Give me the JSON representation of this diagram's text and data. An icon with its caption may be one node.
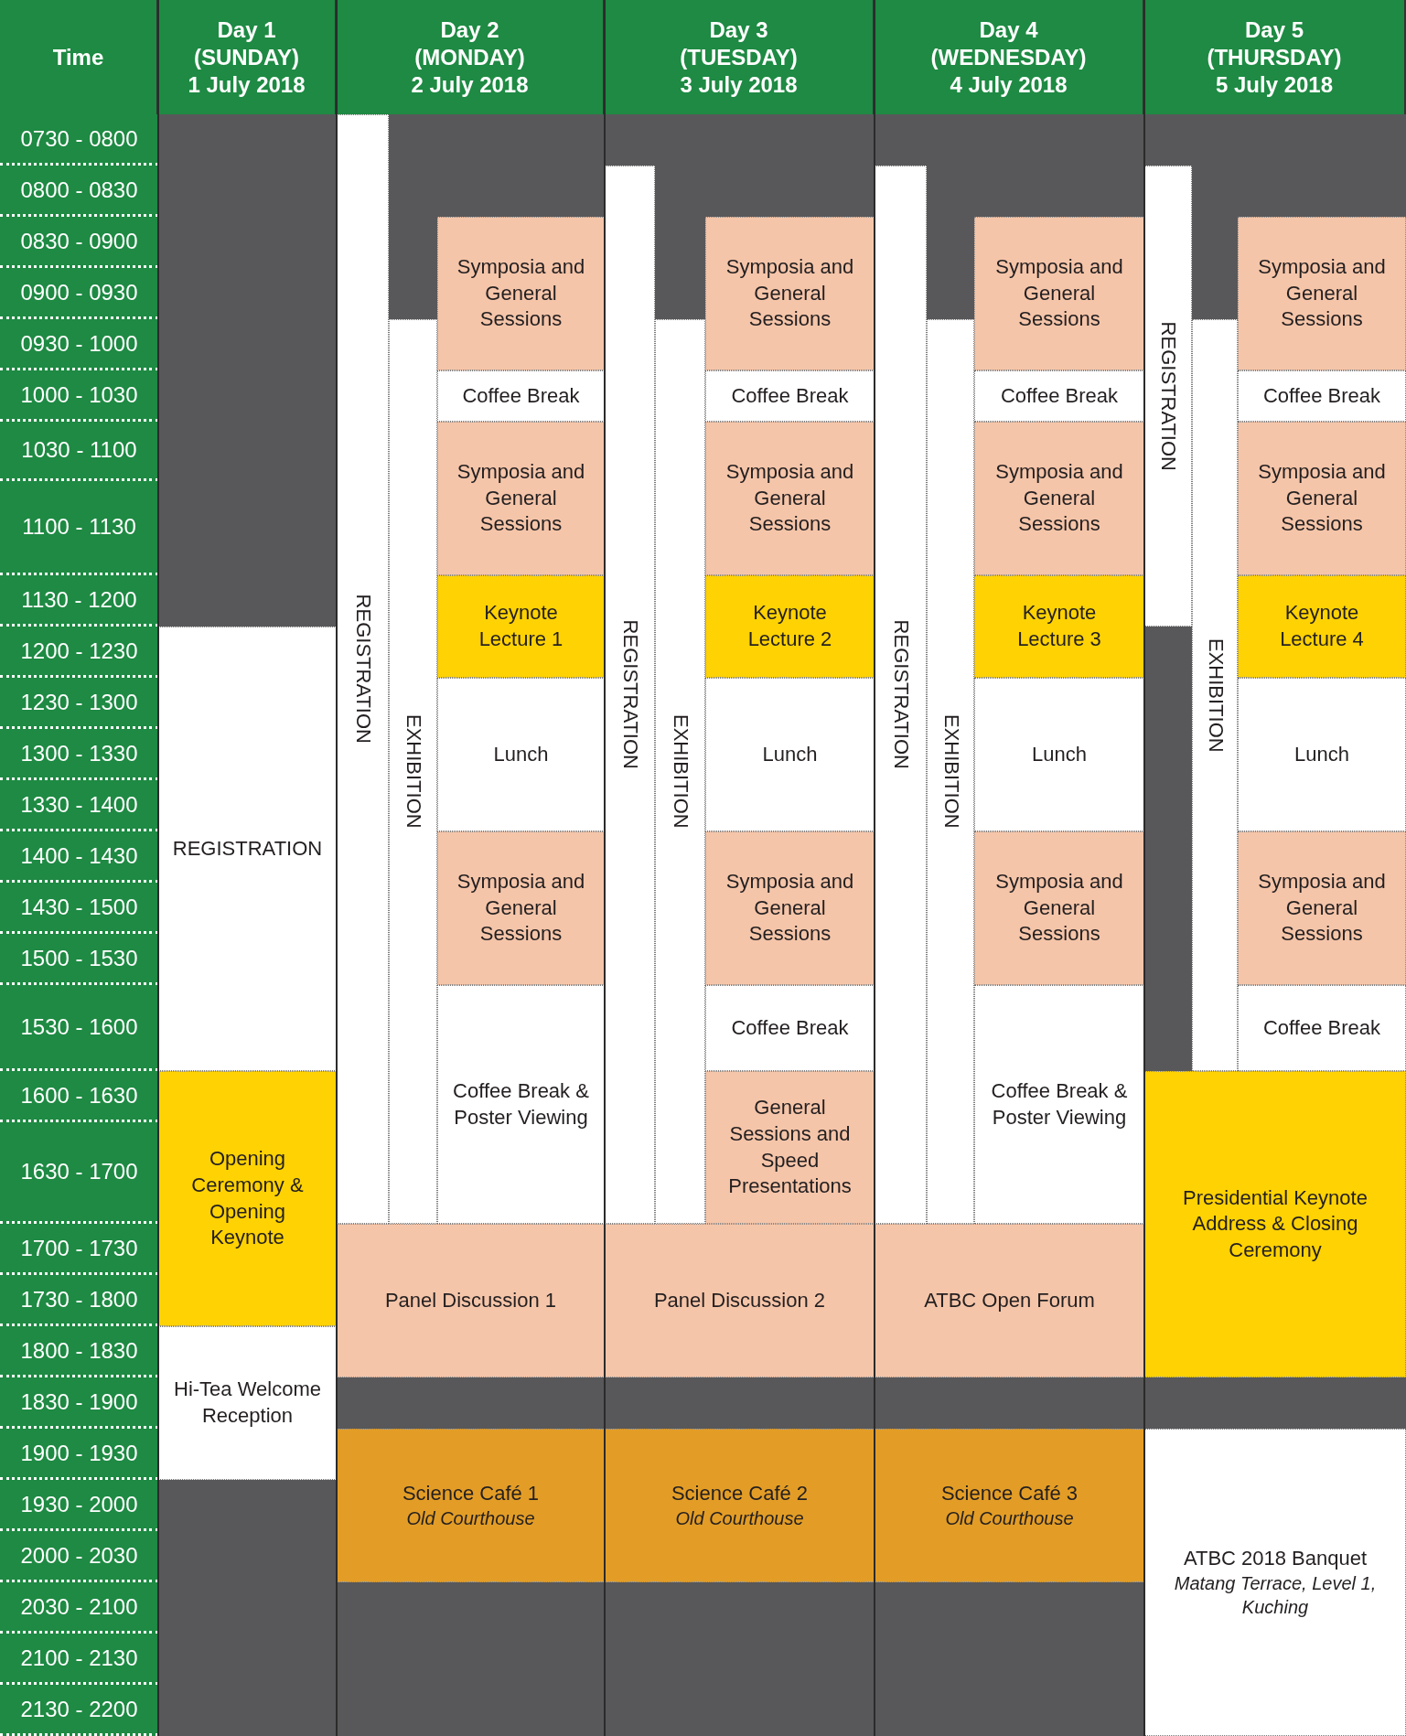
{
  "diagram": {
    "nodes": [
      {
        "text": [
          "Time"
        ]
      },
      {
        "text": [
          "Day 1",
          "(SUNDAY)",
          "1 July 2018"
        ]
      },
      {
        "text": [
          "Day 2",
          "(MONDAY)",
          "2 July 2018"
        ]
      },
      {
        "text": [
          "Day 3",
          "(TUESDAY)",
          "3 July 2018"
        ]
      },
      {
        "text": [
          "Day 4",
          "(WEDNESDAY)",
          "4 July 2018"
        ]
      },
      {
        "text": [
          "Day 5",
          "(THURSDAY)",
          "5 July 2018"
        ]
      },
      {
        "text": [
          "0730 - 0800"
        ]
      },
      {
        "text": [
          "0800 - 0830"
        ]
      },
      {
        "text": [
          "0830 - 0900"
        ]
      },
      {
        "text": [
          "0900 - 0930"
        ]
      },
      {
        "text": [
          "0930 - 1000"
        ]
      },
      {
        "text": [
          "1000 - 1030"
        ]
      },
      {
        "text": [
          "1030 - 1100"
        ]
      },
      {
        "text": [
          "1100 - 1130"
        ]
      },
      {
        "text": [
          "1130 - 1200"
        ]
      },
      {
        "text": [
          "1200 - 1230"
        ]
      },
      {
        "text": [
          "1230 - 1300"
        ]
      },
      {
        "text": [
          "1300 - 1330"
        ]
      },
      {
        "text": [
          "1330 - 1400"
        ]
      },
      {
        "text": [
          "1400 - 1430"
        ]
      },
      {
        "text": [
          "1430 - 1500"
        ]
      },
      {
        "text": [
          "1500 - 1530"
        ]
      },
      {
        "text": [
          "1530 - 1600"
        ]
      },
      {
        "text": [
          "1600 - 1630"
        ]
      },
      {
        "text": [
          "1630 - 1700"
        ]
      },
      {
        "text": [
          "1700 - 1730"
        ]
      },
      {
        "text": [
          "1730 - 1800"
        ]
      },
      {
        "text": [
          "1800 - 1830"
        ]
      },
      {
        "text": [
          "1830 - 1900"
        ]
      },
      {
        "text": [
          "1900 - 1930"
        ]
      },
      {
        "text": [
          "1930 - 2000"
        ]
      },
      {
        "text": [
          "2000 - 2030"
        ]
      },
      {
        "text": [
          "2030 - 2100"
        ]
      },
      {
        "text": [
          "2100 - 2130"
        ]
      },
      {
        "text": [
          "2130 - 2200"
        ]
      },
      {
        "text": [
          "REGISTRATION"
        ]
      },
      {
        "text": [
          "Opening Ceremony & Opening Keynote"
        ]
      },
      {
        "text": [
          "Hi-Tea Welcome Reception"
        ]
      },
      {
        "text": [
          "REGISTRATION"
        ]
      },
      {
        "text": [
          "EXHIBITION"
        ]
      },
      {
        "text": [
          "Symposia and General Sessions"
        ]
      },
      {
        "text": [
          "Coffee Break"
        ]
      },
      {
        "text": [
          "Symposia and General Sessions"
        ]
      },
      {
        "text": [
          "Keynote Lecture 1"
        ]
      },
      {
        "text": [
          "Lunch"
        ]
      },
      {
        "text": [
          "Symposia and General Sessions"
        ]
      },
      {
        "text": [
          "Coffee Break & Poster Viewing"
        ]
      },
      {
        "text": [
          "Panel Discussion 1"
        ]
      },
      {
        "text": [
          "Science Café 1",
          "Old Courthouse"
        ]
      },
      {
        "text": [
          "REGISTRATION"
        ]
      },
      {
        "text": [
          "EXHIBITION"
        ]
      },
      {
        "text": [
          "Symposia and General Sessions"
        ]
      },
      {
        "text": [
          "Coffee Break"
        ]
      },
      {
        "text": [
          "Symposia and General Sessions"
        ]
      },
      {
        "text": [
          "Keynote Lecture 2"
        ]
      },
      {
        "text": [
          "Lunch"
        ]
      },
      {
        "text": [
          "Symposia and General Sessions"
        ]
      },
      {
        "text": [
          "Coffee Break"
        ]
      },
      {
        "text": [
          "General Sessions and Speed Presentations"
        ]
      },
      {
        "text": [
          "Panel Discussion 2"
        ]
      },
      {
        "text": [
          "Science Café 2",
          "Old Courthouse"
        ]
      },
      {
        "text": [
          "REGISTRATION"
        ]
      },
      {
        "text": [
          "EXHIBITION"
        ]
      },
      {
        "text": [
          "Symposia and General Sessions"
        ]
      },
      {
        "text": [
          "Coffee Break"
        ]
      },
      {
        "text": [
          "Symposia and General Sessions"
        ]
      },
      {
        "text": [
          "Keynote Lecture 3"
        ]
      },
      {
        "text": [
          "Lunch"
        ]
      },
      {
        "text": [
          "Symposia and General Sessions"
        ]
      },
      {
        "text": [
          "Coffee Break & Poster Viewing"
        ]
      },
      {
        "text": [
          "ATBC Open Forum"
        ]
      },
      {
        "text": [
          "Science Café 3",
          "Old Courthouse"
        ]
      },
      {
        "text": [
          "REGISTRATION"
        ]
      },
      {
        "text": [
          "EXHIBITION"
        ]
      },
      {
        "text": [
          "Symposia and General Sessions"
        ]
      },
      {
        "text": [
          "Coffee Break"
        ]
      },
      {
        "text": [
          "Symposia and General Sessions"
        ]
      },
      {
        "text": [
          "Keynote Lecture 4"
        ]
      },
      {
        "text": [
          "Lunch"
        ]
      },
      {
        "text": [
          "Symposia and General Sessions"
        ]
      },
      {
        "text": [
          "Coffee Break"
        ]
      },
      {
        "text": [
          "Presidential Keynote Address & Closing Ceremony"
        ]
      },
      {
        "text": [
          "ATBC 2018 Banquet",
          "Matang Terrace, Level 1, Kuching"
        ]
      }
    ]
  }
}
